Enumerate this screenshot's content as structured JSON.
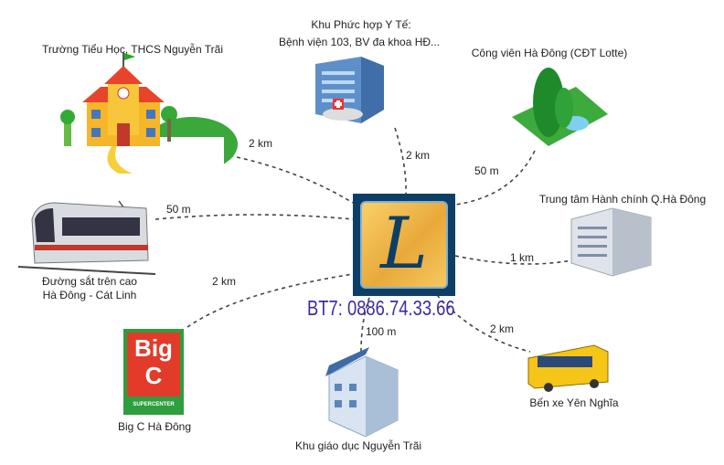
{
  "center": {
    "logo_letter": "L",
    "phone": "BT7: 0886.74.33.66"
  },
  "places": [
    {
      "name": "Trường Tiểu Học, THCS Nguyễn Trãi",
      "distance": "2 km"
    },
    {
      "name_line1": "Khu Phức hợp Y Tế:",
      "name_line2": "Bệnh viện 103, BV đa khoa HĐ...",
      "distance": "2 km"
    },
    {
      "name": "Công viên Hà Đông (CĐT Lotte)",
      "distance": "50 m"
    },
    {
      "name": "Trung tâm Hành chính Q.Hà Đông",
      "distance": "1 km"
    },
    {
      "name_line1": "Đường sắt trên cao",
      "name_line2": "Hà Đông - Cát Linh",
      "distance": "50 m"
    },
    {
      "name": "Big C Hà Đông",
      "distance": "2 km",
      "logo_text": "Big C",
      "logo_sub": "SUPERCENTER"
    },
    {
      "name": "Khu giáo dục Nguyễn Trãi",
      "distance": "100 m"
    },
    {
      "name": "Bến xe Yên Nghĩa",
      "distance": "2 km"
    }
  ]
}
